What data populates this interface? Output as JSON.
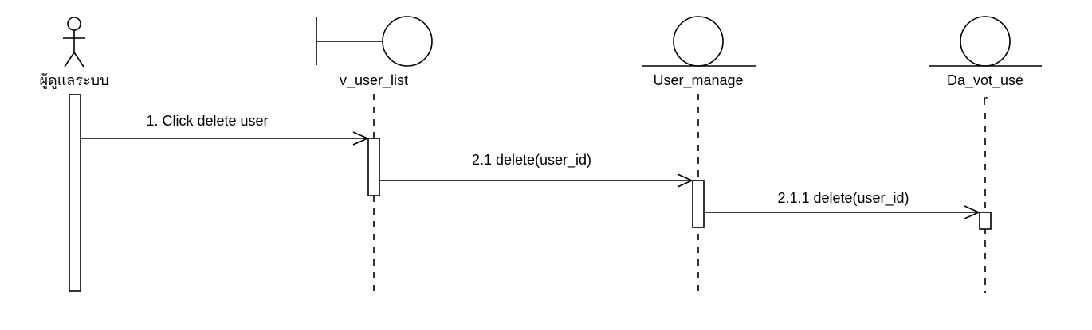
{
  "diagram": {
    "participants": {
      "actor": {
        "name": "ผู้ดูแลระบบ",
        "kind": "actor"
      },
      "boundary": {
        "name": "v_user_list",
        "kind": "boundary"
      },
      "control": {
        "name": "User_manage",
        "kind": "entity"
      },
      "entity": {
        "name_line1": "Da_vot_use",
        "name_line2": "r",
        "kind": "entity"
      }
    },
    "messages": [
      {
        "label": "1. Click delete user"
      },
      {
        "label": "2.1 delete(user_id)"
      },
      {
        "label": "2.1.1 delete(user_id)"
      }
    ]
  }
}
